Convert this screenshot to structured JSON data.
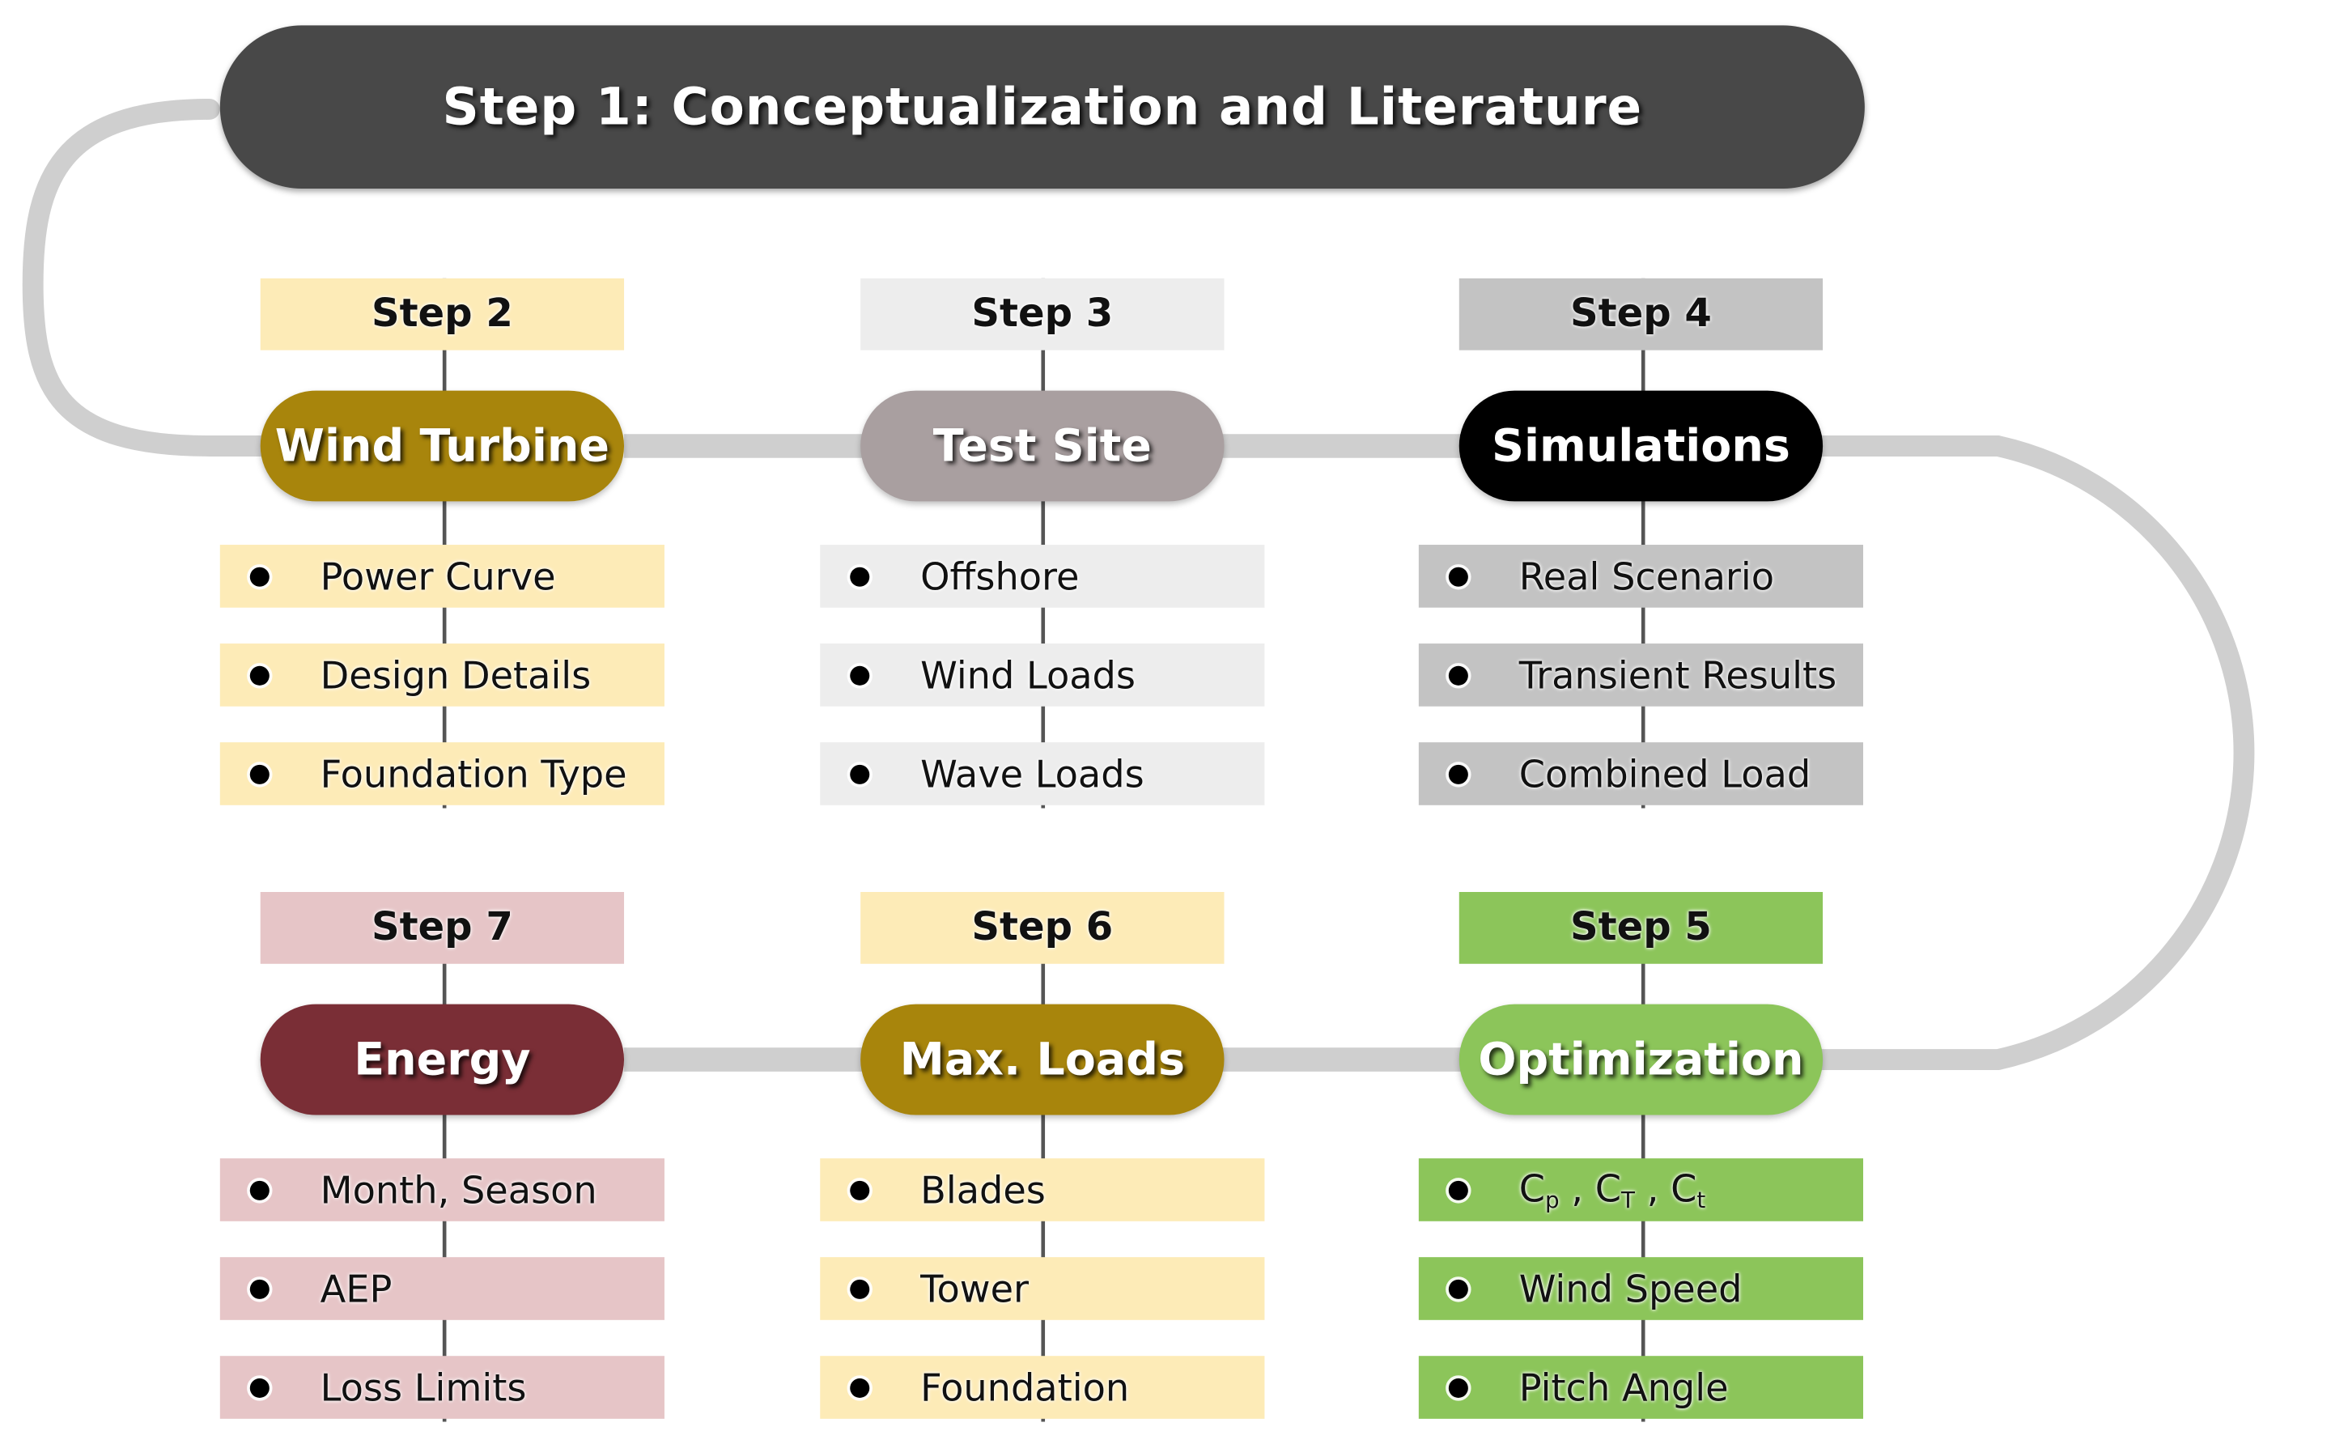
{
  "title": "Step 1: Conceptualization and Literature",
  "steps": [
    {
      "id": "step2",
      "step_label": "Step 2",
      "name": "Wind Turbine",
      "colors": {
        "label_bg": "#fdebb7",
        "pill_bg": "#a8850c",
        "item_bg": "#fdebb7"
      },
      "items": [
        "Power Curve",
        "Design Details",
        "Foundation Type"
      ]
    },
    {
      "id": "step3",
      "step_label": "Step 3",
      "name": "Test Site",
      "colors": {
        "label_bg": "#ededed",
        "pill_bg": "#a99fa0",
        "item_bg": "#ededed"
      },
      "items": [
        "Offshore",
        "Wind Loads",
        "Wave Loads"
      ]
    },
    {
      "id": "step4",
      "step_label": "Step 4",
      "name": "Simulations",
      "colors": {
        "label_bg": "#c3c3c3",
        "pill_bg": "#000000",
        "item_bg": "#c3c3c3"
      },
      "items": [
        "Real Scenario",
        "Transient Results",
        "Combined Load"
      ]
    },
    {
      "id": "step7",
      "step_label": "Step 7",
      "name": "Energy",
      "colors": {
        "label_bg": "#e6c5c7",
        "pill_bg": "#7a2e36",
        "item_bg": "#e6c5c7"
      },
      "items": [
        "Month, Season",
        "AEP",
        "Loss Limits"
      ]
    },
    {
      "id": "step6",
      "step_label": "Step 6",
      "name": "Max. Loads",
      "colors": {
        "label_bg": "#fdebb7",
        "pill_bg": "#a8850c",
        "item_bg": "#fdebb7"
      },
      "items": [
        "Blades",
        "Tower",
        "Foundation"
      ]
    },
    {
      "id": "step5",
      "step_label": "Step 5",
      "name": "Optimization",
      "colors": {
        "label_bg": "#8cc55a",
        "pill_bg": "#8cc55a",
        "item_bg": "#8cc55a"
      },
      "items": [
        "Cp , CT , Ct",
        "Wind Speed",
        "Pitch Angle"
      ]
    }
  ],
  "colors": {
    "title_bg": "#484848",
    "connector": "#cfcfcf",
    "stem": "#555555"
  },
  "icons": {
    "bullet": "bullet-dot-icon"
  }
}
